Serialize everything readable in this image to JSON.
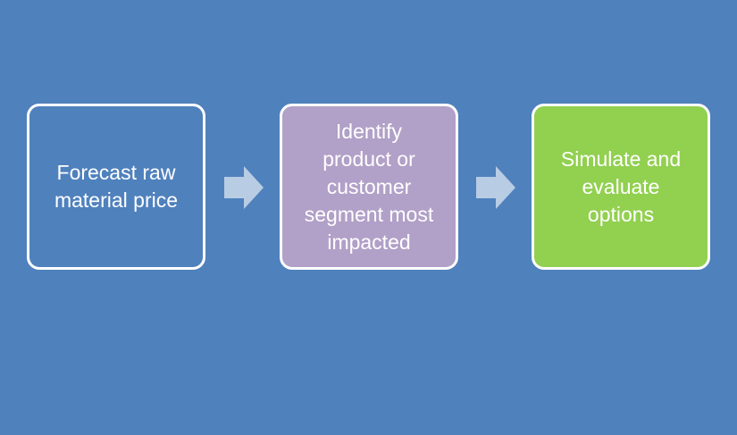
{
  "colors": {
    "background": "#4F81BD",
    "step_border": "#FFFFFF",
    "arrow": "#B8CCE4",
    "step_1_fill": "#4F81BD",
    "step_2_fill": "#B1A0C7",
    "step_3_fill": "#92D050"
  },
  "steps": [
    {
      "label": "Forecast raw\nmaterial price"
    },
    {
      "label": "Identify\nproduct or\ncustomer\nsegment most\nimpacted"
    },
    {
      "label": "Simulate  and\nevaluate\noptions"
    }
  ],
  "connectors": [
    {
      "icon": "right-arrow-icon"
    },
    {
      "icon": "right-arrow-icon"
    }
  ]
}
